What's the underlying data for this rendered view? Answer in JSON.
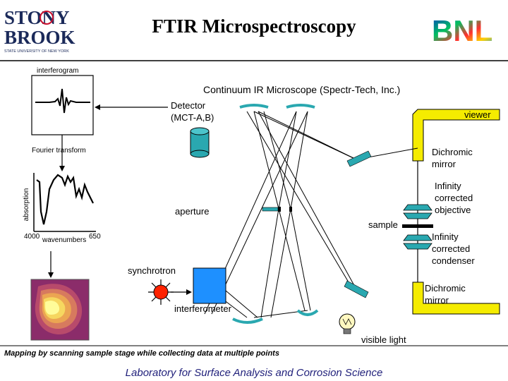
{
  "header": {
    "title": "FTIR Microspectroscopy",
    "logo_left": {
      "line1": "STONY",
      "line2": "BROOK",
      "line3": "STATE UNIVERSITY OF NEW YORK"
    },
    "logo_right": {
      "text": "BNL"
    }
  },
  "diagram": {
    "interferogram_label": "interferogram",
    "fourier_label": "Fourier transform",
    "absorption_label": "absorption",
    "axis_left": "4000",
    "axis_right": "650",
    "axis_title": "wavenumbers",
    "microscope_title": "Continuum IR Microscope (Spectr-Tech, Inc.)",
    "detector_line1": "Detector",
    "detector_line2": "(MCT-A,B)",
    "viewer": "viewer",
    "dichromic_top_line1": "Dichromic",
    "dichromic_top_line2": "mirror",
    "objective_line1": "Infinity",
    "objective_line2": "corrected",
    "objective_line3": "objective",
    "aperture": "aperture",
    "sample": "sample",
    "condenser_line1": "Infinity",
    "condenser_line2": "corrected",
    "condenser_line3": "condenser",
    "synchrotron": "synchrotron",
    "interferometer": "interferometer",
    "dichromic_bottom_line1": "Dichromic",
    "dichromic_bottom_line2": "mirror",
    "visible_light": "visible light"
  },
  "footer": {
    "caption": "Mapping by scanning sample stage while collecting data at multiple points",
    "lab": "Laboratory for Surface Analysis and Corrosion Science"
  },
  "colors": {
    "mirror": "#2aa8b0",
    "yellow_path": "#f5ec00",
    "detector": "#2aa8b0",
    "interferometer": "#1e90ff",
    "synchrotron": "#ff2200",
    "map_dark": "#8b2c6a",
    "map_light": "#fffc9a",
    "lab_text": "#1f1f7a"
  }
}
